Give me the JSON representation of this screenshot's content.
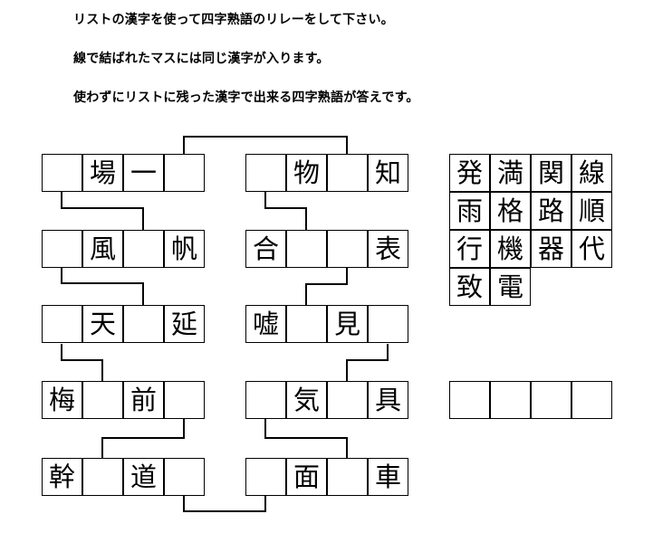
{
  "instructions": [
    "リストの漢字を使って四字熟語のリレーをして下さい。",
    "線で結ばれたマスには同じ漢字が入ります。",
    "使わずにリストに残った漢字で出来る四字熟語が答えです。"
  ],
  "left_rows": [
    [
      "",
      "場",
      "一",
      ""
    ],
    [
      "",
      "風",
      "",
      "帆"
    ],
    [
      "",
      "天",
      "",
      "延"
    ],
    [
      "梅",
      "",
      "前",
      ""
    ],
    [
      "幹",
      "",
      "道",
      ""
    ]
  ],
  "right_rows": [
    [
      "",
      "物",
      "",
      "知"
    ],
    [
      "合",
      "",
      "",
      "表"
    ],
    [
      "嘘",
      "",
      "見",
      ""
    ],
    [
      "",
      "気",
      "",
      "具"
    ],
    [
      "",
      "面",
      "",
      "車"
    ]
  ],
  "kanji_list": [
    [
      "発",
      "満",
      "関",
      "線"
    ],
    [
      "雨",
      "格",
      "路",
      "順"
    ],
    [
      "行",
      "機",
      "器",
      "代"
    ],
    [
      "致",
      "電"
    ]
  ],
  "answer_cells": [
    "",
    "",
    "",
    ""
  ]
}
